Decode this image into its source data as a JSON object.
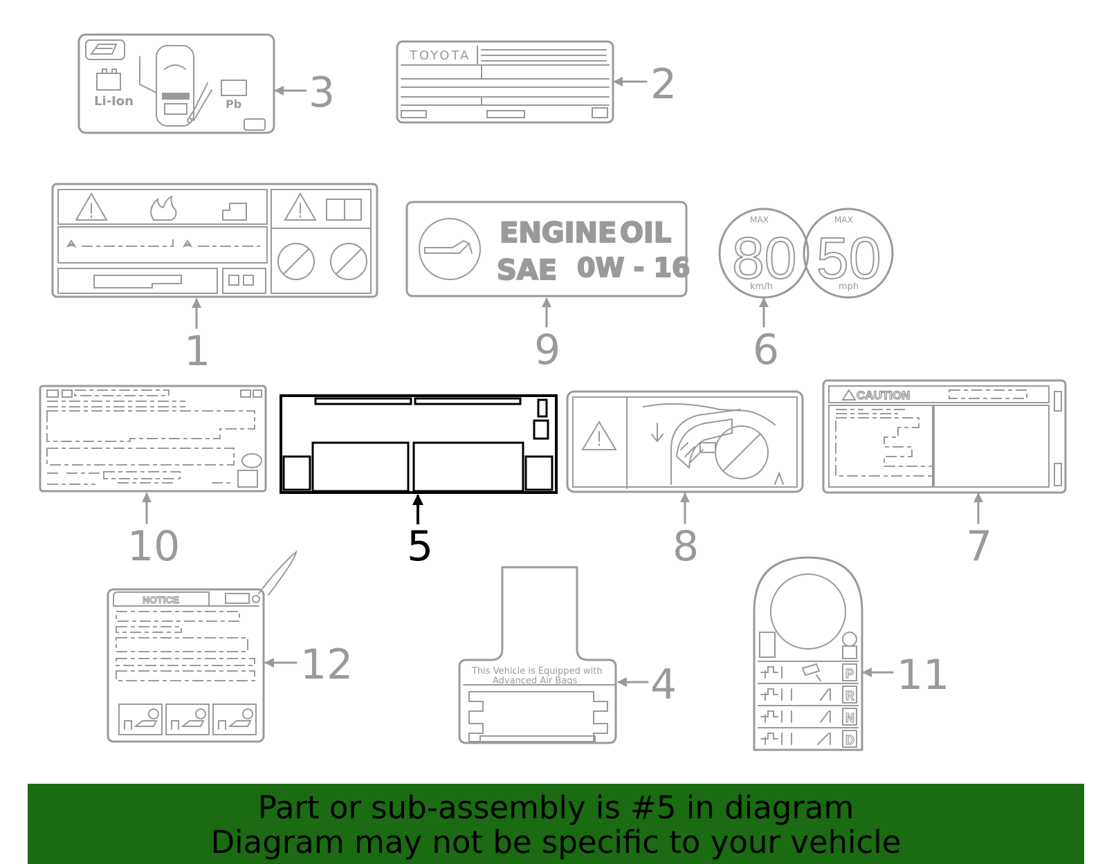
{
  "diagram": {
    "callouts": [
      "1",
      "2",
      "3",
      "4",
      "5",
      "6",
      "7",
      "8",
      "9",
      "10",
      "11",
      "12"
    ],
    "selected_callout": "5",
    "labels": {
      "toyota": "TOYOTA",
      "li_ion": "Li-Ion",
      "pb": "Pb",
      "engine": "ENGINE",
      "oil": "OIL",
      "sae": "SAE",
      "grade": "0W - 16",
      "max_a": "MAX",
      "max_b": "MAX",
      "speed_kmh": "80",
      "speed_mph": "50",
      "unit_kmh": "km/h",
      "unit_mph": "mph",
      "caution": "CAUTION",
      "notice": "NOTICE",
      "airbag_line1": "This Vehicle is Equipped with",
      "airbag_line2": "Advanced Air Bags",
      "gear_p": "P",
      "gear_r": "R",
      "gear_n": "N",
      "gear_d": "D"
    }
  },
  "banner": {
    "line1": "Part or sub-assembly is #5 in diagram",
    "line2": "Diagram may not be specific to your vehicle",
    "color": "#1a6b12"
  }
}
